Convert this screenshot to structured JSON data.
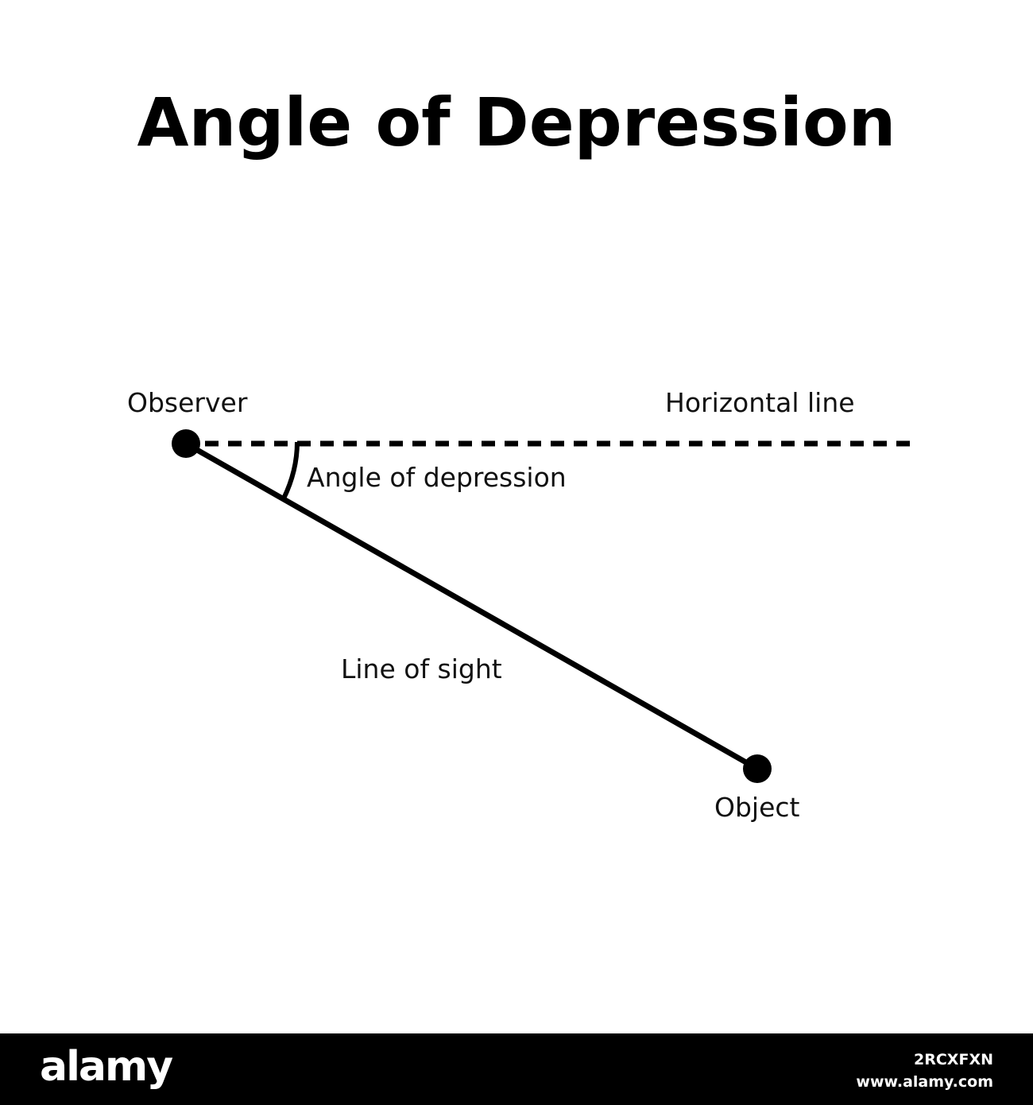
{
  "title": "Angle of Depression",
  "labels": {
    "observer": "Observer",
    "horizontal_line": "Horizontal line",
    "angle_of_depression": "Angle of depression",
    "line_of_sight": "Line of sight",
    "object": "Object"
  },
  "footer": {
    "brand": "alamy",
    "image_id": "2RCXFXN",
    "url": "www.alamy.com"
  },
  "colors": {
    "ink": "#000000",
    "background": "#ffffff",
    "footer_bg": "#000000",
    "footer_text": "#ffffff"
  }
}
